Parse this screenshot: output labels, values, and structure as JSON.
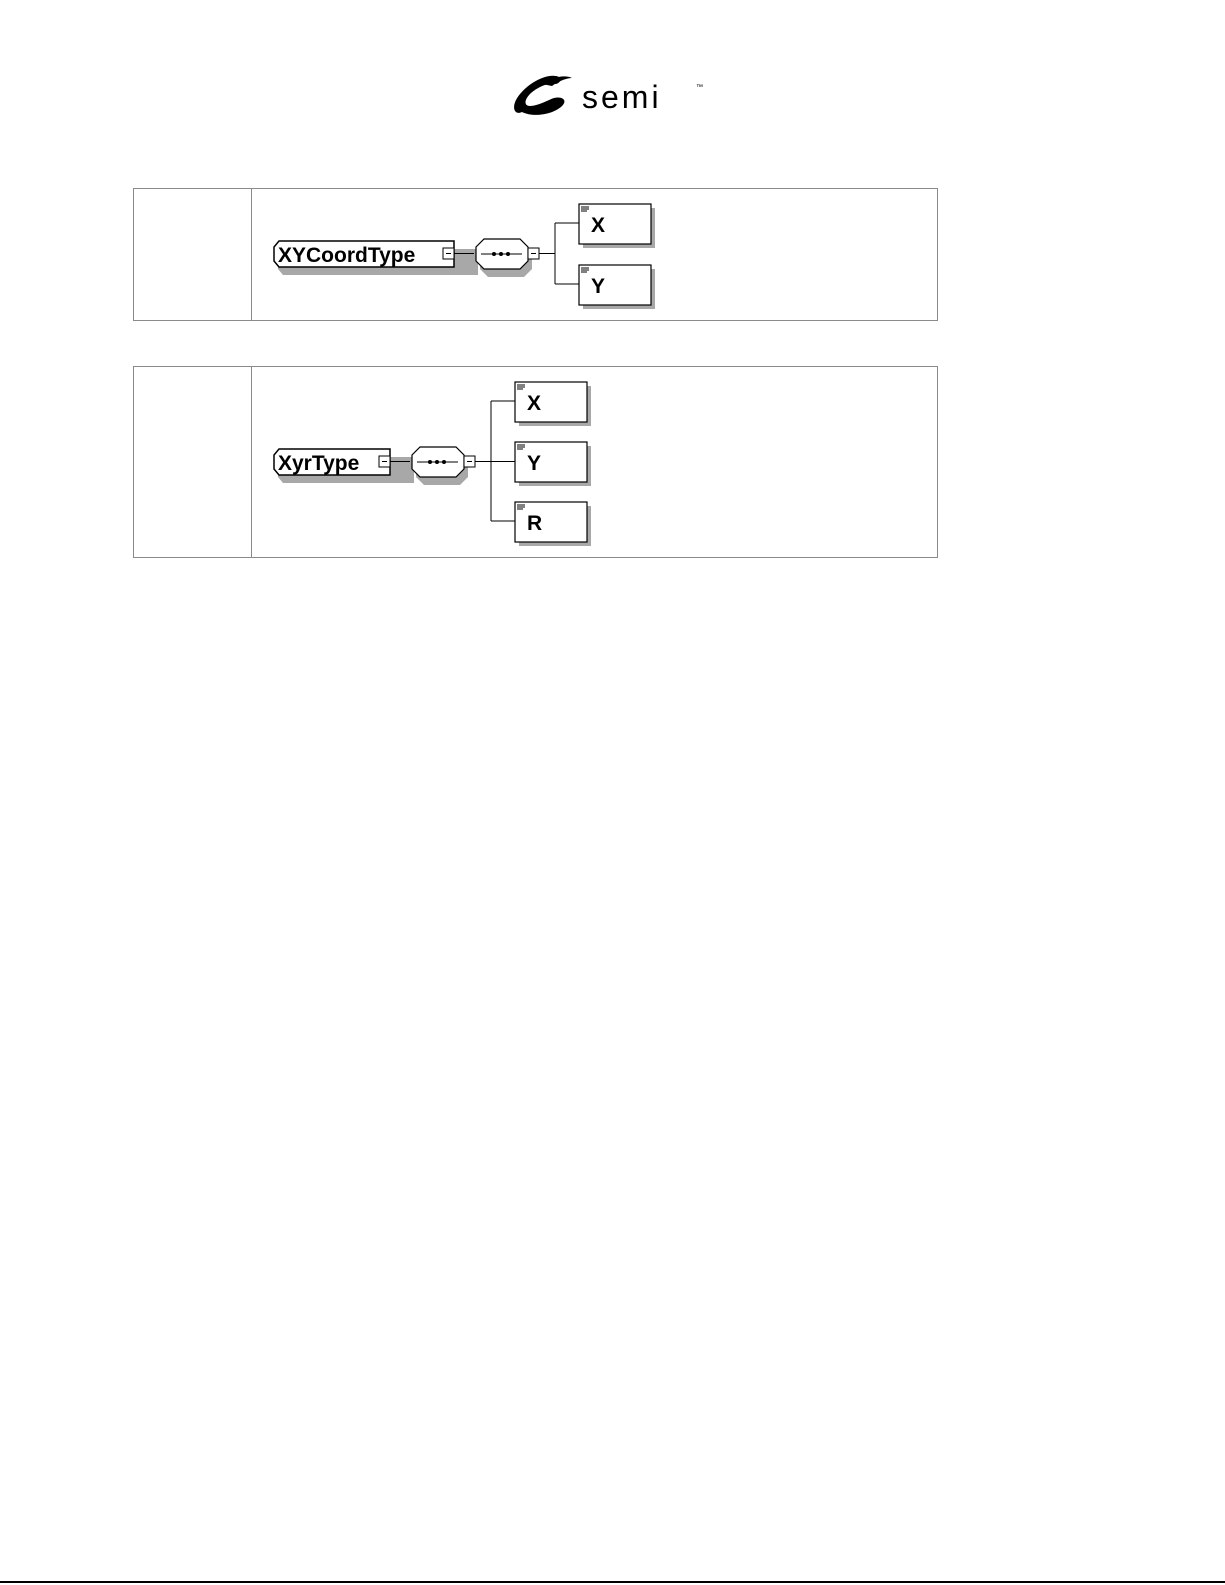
{
  "header": {
    "brand": "semi",
    "trademark": "™"
  },
  "diagrams": [
    {
      "type_name": "XYCoordType",
      "compositor_icon": "sequence-compositor-icon",
      "elements": [
        "X",
        "Y"
      ]
    },
    {
      "type_name": "XyrType",
      "compositor_icon": "sequence-compositor-icon",
      "elements": [
        "X",
        "Y",
        "R"
      ]
    }
  ]
}
